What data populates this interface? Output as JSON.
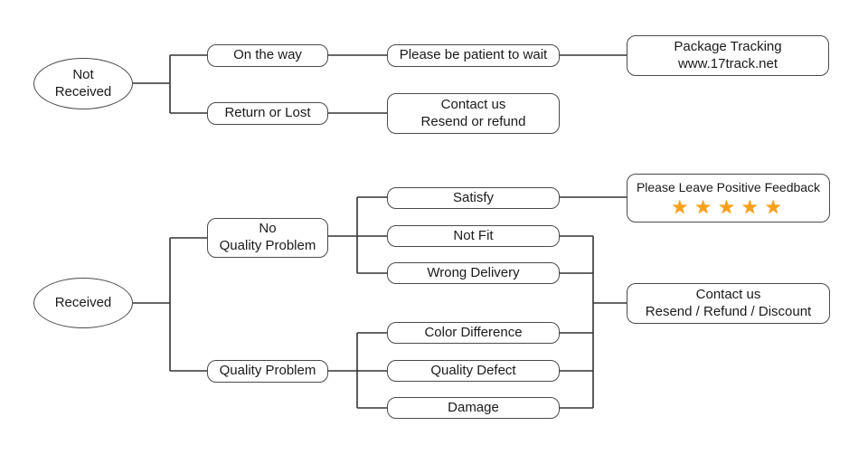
{
  "palette": {
    "background": "#ffffff",
    "line_color": "#333333",
    "box_border": "#4a4a4a",
    "text_color": "#1a1a1a",
    "star_color": "#F9A11B"
  },
  "flowchart": {
    "not_received_branch": {
      "root": {
        "line1": "Not",
        "line2": "Received"
      },
      "on_the_way": {
        "label": "On the way"
      },
      "return_or_lost": {
        "label": "Return or Lost"
      },
      "be_patient": {
        "label": "Please be patient to wait"
      },
      "contact_resend_refund": {
        "line1": "Contact us",
        "line2": "Resend or refund"
      },
      "package_tracking": {
        "line1": "Package Tracking",
        "line2": "www.17track.net"
      }
    },
    "received_branch": {
      "root": {
        "label": "Received"
      },
      "no_quality_problem": {
        "line1": "No",
        "line2": "Quality Problem"
      },
      "quality_problem": {
        "label": "Quality Problem"
      },
      "satisfy": {
        "label": "Satisfy"
      },
      "not_fit": {
        "label": "Not Fit"
      },
      "wrong_delivery": {
        "label": "Wrong Delivery"
      },
      "color_difference": {
        "label": "Color Difference"
      },
      "quality_defect": {
        "label": "Quality Defect"
      },
      "damage": {
        "label": "Damage"
      },
      "positive_feedback": {
        "title": "Please Leave Positive Feedback",
        "stars": "★★★★★",
        "star_count": 5
      },
      "contact_resend_refund_discount": {
        "line1": "Contact us",
        "line2": "Resend / Refund / Discount"
      }
    }
  }
}
